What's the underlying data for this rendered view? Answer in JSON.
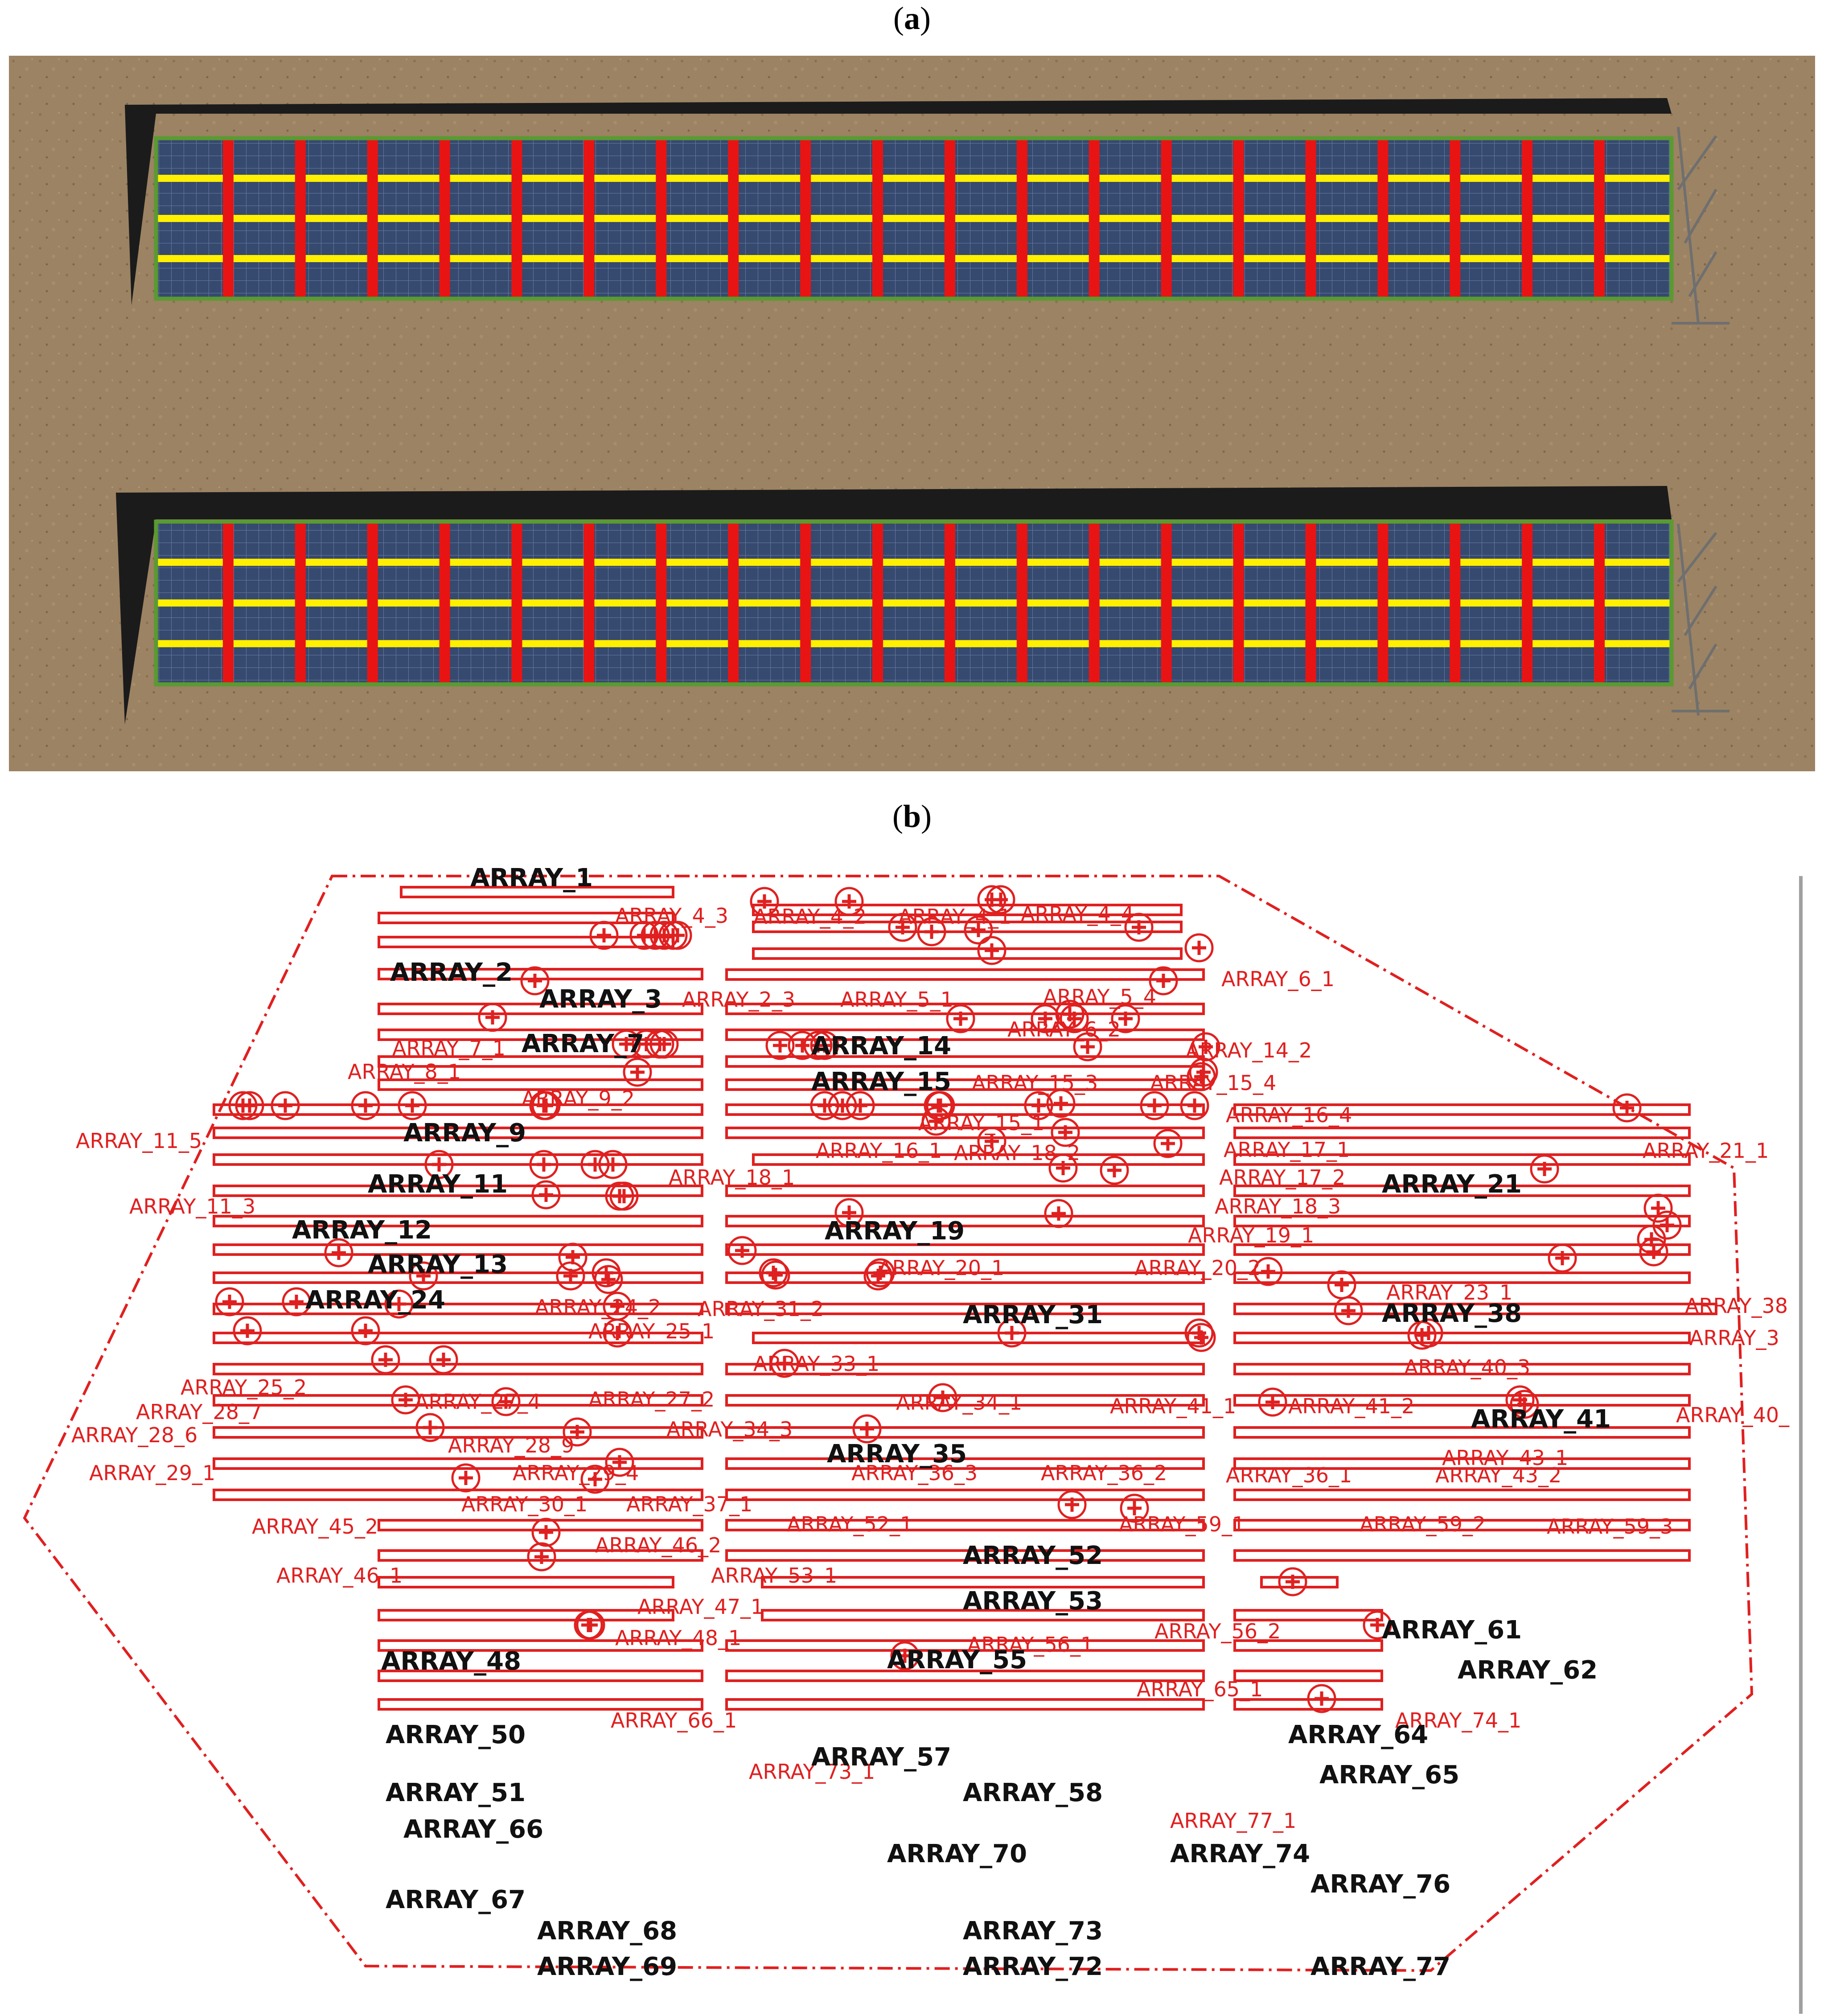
{
  "panel_a": {
    "caption_open": "(",
    "caption_letter": "a",
    "caption_close": ")",
    "colors": {
      "ground": "#9c8363",
      "panel": "#364a74",
      "grid": "#8fa0c4",
      "row_line": "#ffef00",
      "col_line": "#e81414",
      "frame": "#5a9a32",
      "shadow": "#1b1b1b"
    },
    "arrays": [
      {
        "name": "top-array",
        "columns": 21,
        "rows": 4
      },
      {
        "name": "bottom-array",
        "columns": 21,
        "rows": 4
      }
    ]
  },
  "panel_b": {
    "caption_open": "(",
    "caption_letter": "b",
    "caption_close": ")",
    "colors": {
      "outline": "#e02020",
      "label_red": "#e02020",
      "label_black": "#111111"
    },
    "array_labels": [
      "ARRAY_1",
      "ARRAY_2",
      "ARRAY_3",
      "ARRAY_7",
      "ARRAY_14",
      "ARRAY_15",
      "ARRAY_9",
      "ARRAY_11",
      "ARRAY_21",
      "ARRAY_12",
      "ARRAY_19",
      "ARRAY_13",
      "ARRAY_24",
      "ARRAY_31",
      "ARRAY_38",
      "ARRAY_41",
      "ARRAY_35",
      "ARRAY_52",
      "ARRAY_53",
      "ARRAY_61",
      "ARRAY_48",
      "ARRAY_55",
      "ARRAY_62",
      "ARRAY_50",
      "ARRAY_64",
      "ARRAY_57",
      "ARRAY_51",
      "ARRAY_58",
      "ARRAY_65",
      "ARRAY_66",
      "ARRAY_70",
      "ARRAY_74",
      "ARRAY_67",
      "ARRAY_76",
      "ARRAY_68",
      "ARRAY_73",
      "ARRAY_69",
      "ARRAY_72",
      "ARRAY_77"
    ],
    "point_labels": [
      "ARRAY_4_3",
      "ARRAY_4_2",
      "ARRAY_4_1",
      "ARRAY_4_4",
      "ARRAY_2_3",
      "ARRAY_5_1",
      "ARRAY_5_4",
      "ARRAY_6_1",
      "ARRAY_6_2",
      "ARRAY_7_1",
      "ARRAY_14_2",
      "ARRAY_8_1",
      "ARRAY_15_3",
      "ARRAY_15_4",
      "ARRAY_9_2",
      "ARRAY_16_4",
      "ARRAY_15_1",
      "ARRAY_11_5",
      "ARRAY_16_1",
      "ARRAY_18_2",
      "ARRAY_17_1",
      "ARRAY_21_1",
      "ARRAY_18_1",
      "ARRAY_17_2",
      "ARRAY_11_3",
      "ARRAY_18_3",
      "ARRAY_19_1",
      "ARRAY_20_1",
      "ARRAY_20_2",
      "ARRAY_23_1",
      "ARRAY_38",
      "ARRAY_24_2",
      "ARRAY_31_2",
      "ARRAY_25_1",
      "ARRAY_3",
      "ARRAY_40_3",
      "ARRAY_33_1",
      "ARRAY_25_2",
      "ARRAY_27_4",
      "ARRAY_27_2",
      "ARRAY_34_1",
      "ARRAY_40_",
      "ARRAY_41_1",
      "ARRAY_41_2",
      "ARRAY_28_7",
      "ARRAY_28_6",
      "ARRAY_34_3",
      "ARRAY_28_9",
      "ARRAY_43_1",
      "ARRAY_29_1",
      "ARRAY_29_4",
      "ARRAY_36_3",
      "ARRAY_36_2",
      "ARRAY_36_1",
      "ARRAY_43_2",
      "ARRAY_30_1",
      "ARRAY_37_1",
      "ARRAY_45_2",
      "ARRAY_52_1",
      "ARRAY_59_1",
      "ARRAY_59_2",
      "ARRAY_59_3",
      "ARRAY_46_2",
      "ARRAY_46_1",
      "ARRAY_53_1",
      "ARRAY_47_1",
      "ARRAY_56_2",
      "ARRAY_48_1",
      "ARRAY_56_1",
      "ARRAY_65_1",
      "ARRAY_66_1",
      "ARRAY_74_1",
      "ARRAY_73_1",
      "ARRAY_77_1"
    ]
  }
}
